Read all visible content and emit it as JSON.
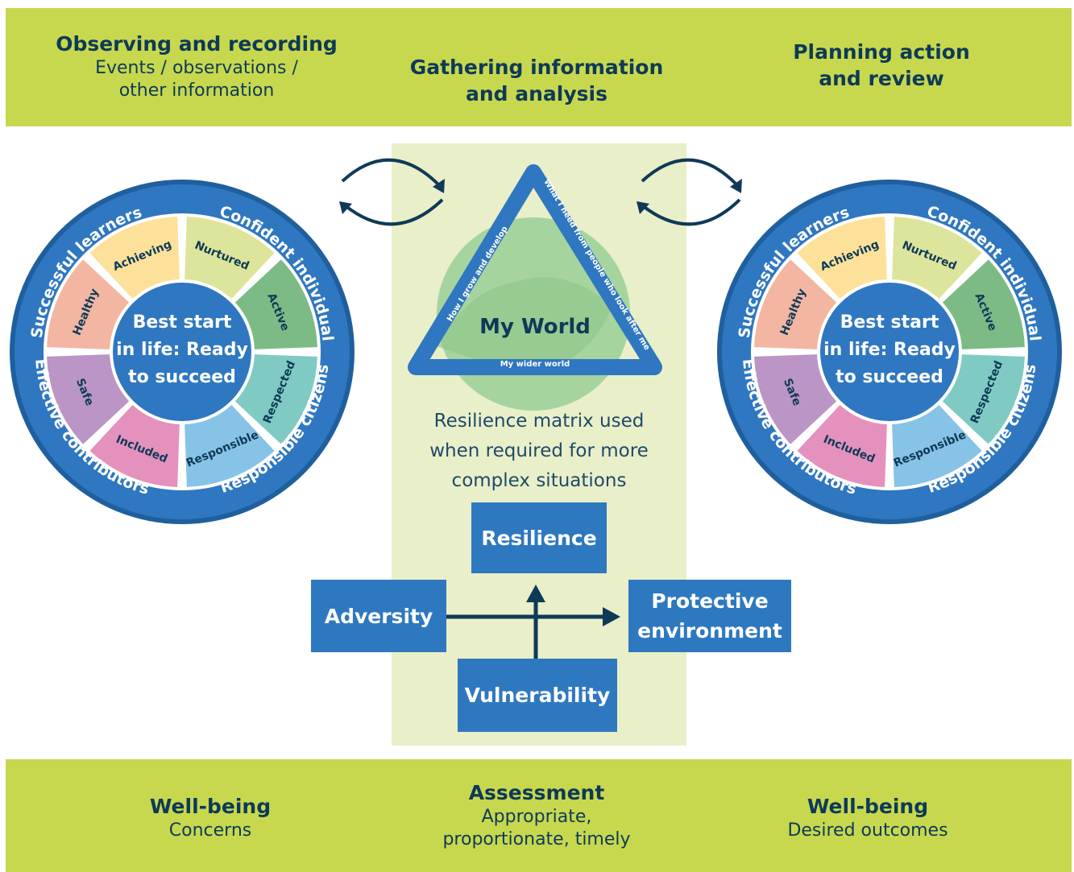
{
  "top": {
    "left": {
      "title": "Observing and recording",
      "subtitle": "Events / observations /\nother information"
    },
    "center": {
      "title": "Gathering information\nand analysis"
    },
    "right": {
      "title": "Planning action\nand review"
    }
  },
  "wheel": {
    "outer_labels": [
      "Successful learners",
      "Confident individual",
      "Responsible citizens",
      "Effective contributors"
    ],
    "segments": [
      {
        "label": "Nurtured",
        "color": "#dde59c"
      },
      {
        "label": "Active",
        "color": "#7dbb86"
      },
      {
        "label": "Respected",
        "color": "#7fcbc3"
      },
      {
        "label": "Responsible",
        "color": "#87c3e6"
      },
      {
        "label": "Included",
        "color": "#e591be"
      },
      {
        "label": "Safe",
        "color": "#bb95c6"
      },
      {
        "label": "Healthy",
        "color": "#f2b6a2"
      },
      {
        "label": "Achieving",
        "color": "#fde19a"
      }
    ],
    "center_lines": [
      "Best start",
      "in life: Ready",
      "to succeed"
    ]
  },
  "my_world": {
    "title": "My World",
    "left_side": "How I grow and develop",
    "right_side": "What I need from people who look after me",
    "bottom_side": "My wider world"
  },
  "resilience_caption": "Resilience matrix used\nwhen required for more\ncomplex situations",
  "matrix": {
    "resilience": "Resilience",
    "adversity": "Adversity",
    "protective": "Protective\nenvironment",
    "vulnerability": "Vulnerability"
  },
  "bottom": {
    "left": {
      "title": "Well-being",
      "subtitle": "Concerns"
    },
    "center": {
      "title": "Assessment",
      "subtitle": "Appropriate,\nproportionate, timely"
    },
    "right": {
      "title": "Well-being",
      "subtitle": "Desired outcomes"
    }
  },
  "colors": {
    "band": "#c7d84f",
    "ring": "#2f77c0",
    "box": "#2e78c0",
    "dark": "#0e3a57",
    "panel": "#e9efc9"
  }
}
